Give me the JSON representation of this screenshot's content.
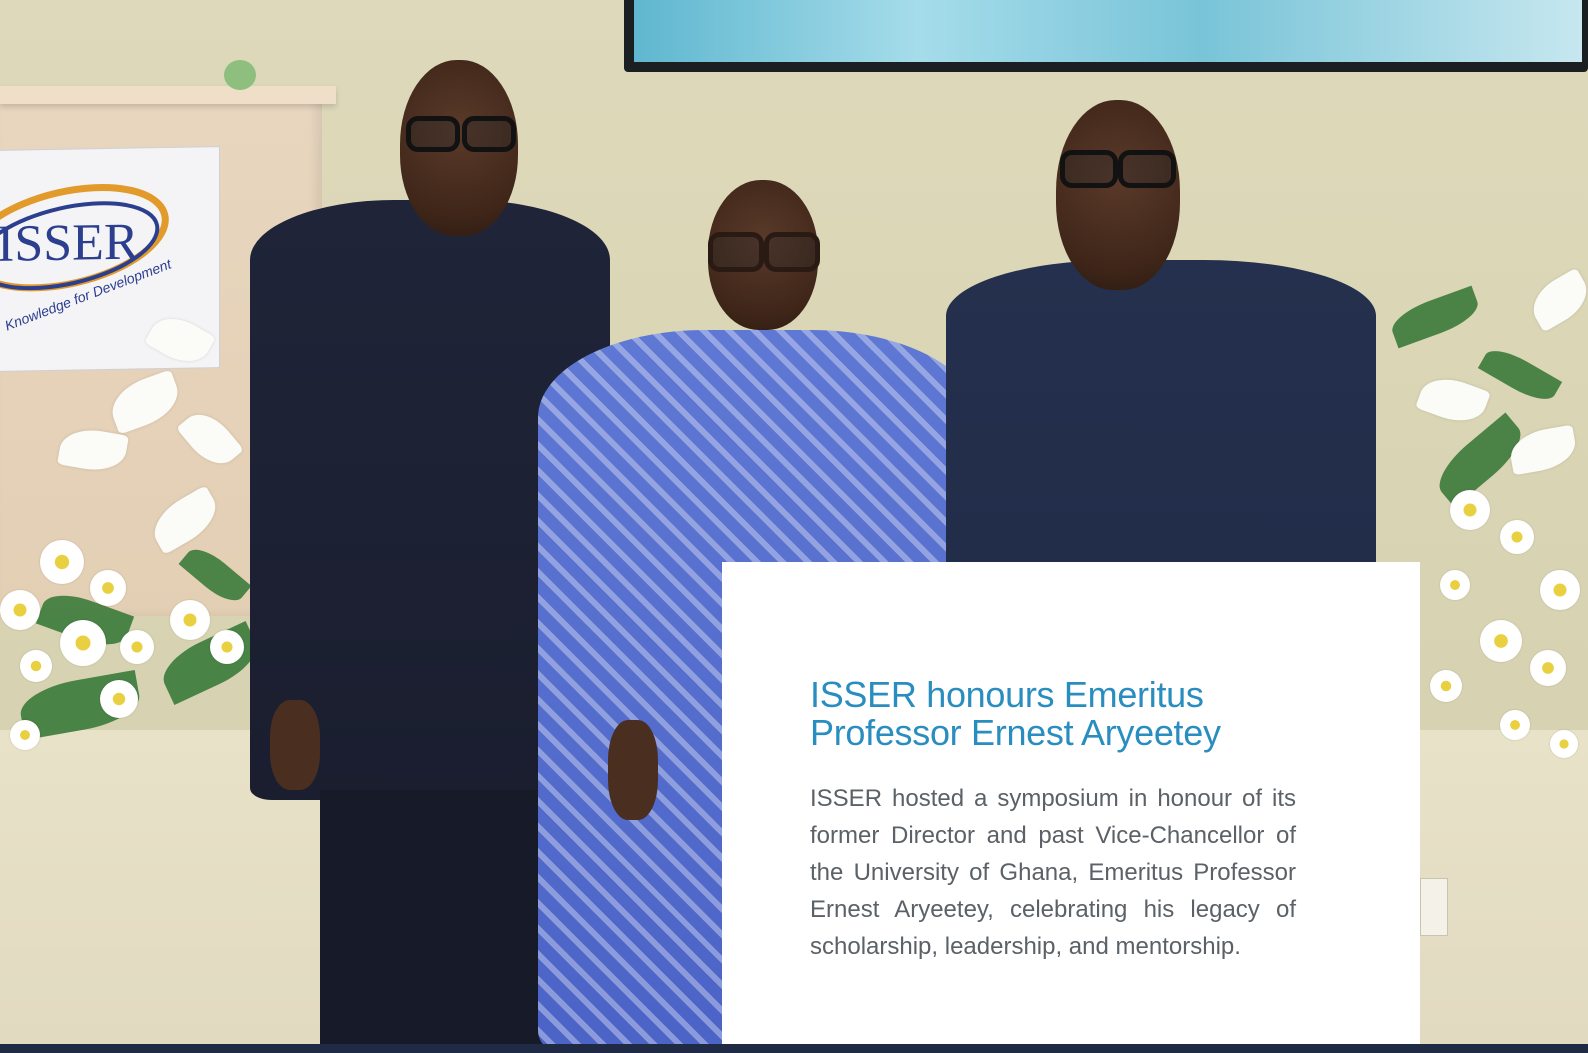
{
  "hero": {
    "photo_icon": "event-photo",
    "sign_logo_text": "ISSER",
    "sign_tagline": "Knowledge for Development",
    "card": {
      "title": "ISSER honours Emeritus Professor Ernest Aryeetey",
      "body": "ISSER hosted a symposium in honour of its former Director and past Vice-Chancellor of the University of Ghana, Emeritus Professor Ernest Aryeetey, celebrating his legacy of scholarship, leadership, and mentorship."
    }
  },
  "colors": {
    "title": "#2a8dc0",
    "body_text": "#5b6166",
    "card_bg": "#ffffff",
    "bottom_strip": "#1f2b44"
  }
}
